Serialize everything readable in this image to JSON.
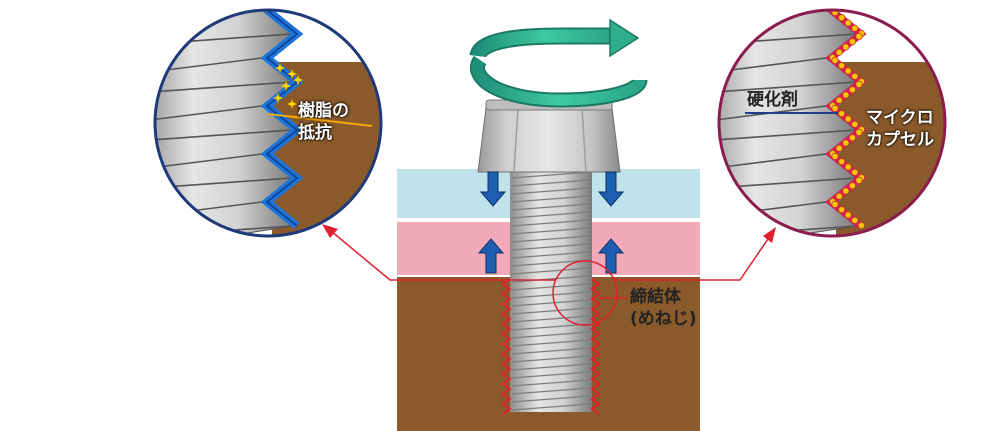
{
  "labels": {
    "resin_resistance_line1": "樹脂の",
    "resin_resistance_line2": "抵抗",
    "hardener": "硬化剤",
    "microcapsule_line1": "マイクロ",
    "microcapsule_line2": "カプセル",
    "fastened_body_line1": "締結体",
    "fastened_body_line2": "(めねじ)"
  },
  "colors": {
    "substrate": "#8b5a2b",
    "top_plate": "#bfe3ea",
    "mid_plate": "#f2a9b9",
    "rotation_arrow": "#2fae8c",
    "press_arrow": "#1d5fb0",
    "resin": "#1e73d8",
    "leader_line": "#e0202f",
    "capsule": "#f5c400",
    "hardener_line": "#1e3f8f"
  },
  "icons": [
    "rotation-arrow-icon",
    "press-down-arrow-icon",
    "press-up-arrow-icon"
  ]
}
